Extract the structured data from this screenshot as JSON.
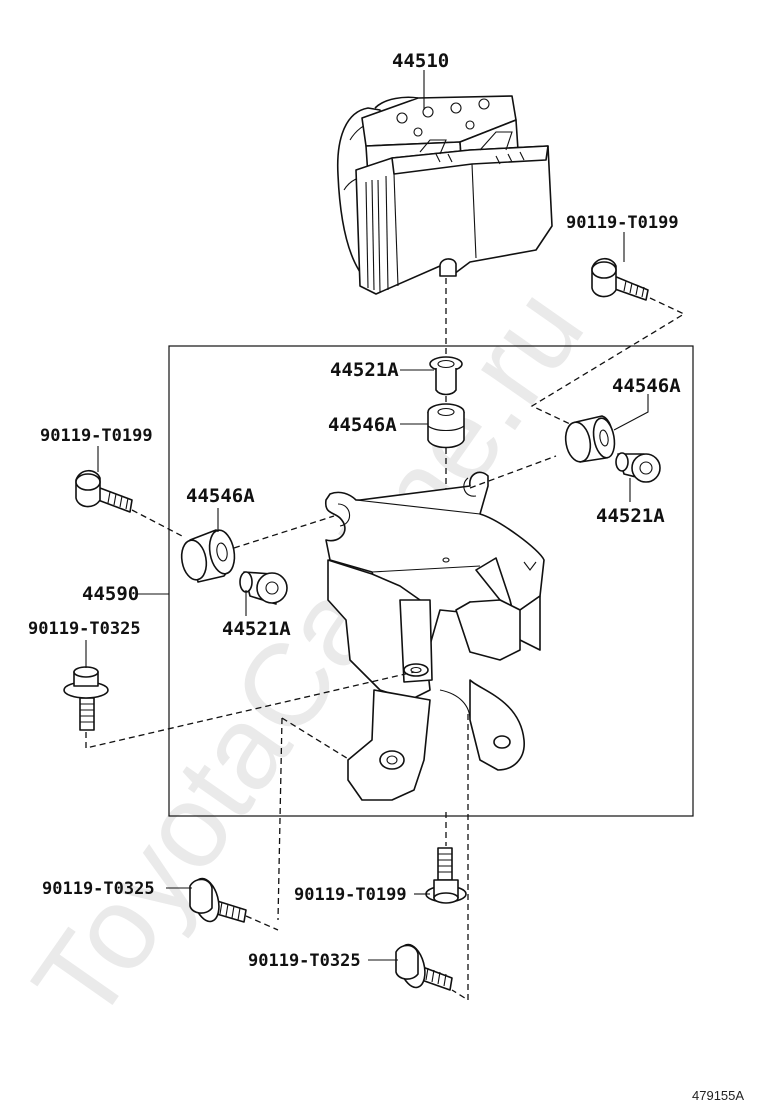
{
  "watermark": "ToyotaCarline.ru",
  "figure_ref": "479155A",
  "labels": {
    "abs_actuator": "44510",
    "bracket": "44590",
    "bolt_top_right": "90119-T0199",
    "bolt_left": "90119-T0199",
    "bolt_left_lower": "90119-T0325",
    "collar_center": "44521A",
    "cushion_center": "44546A",
    "cushion_right": "44546A",
    "collar_right": "44521A",
    "cushion_left": "44546A",
    "collar_left": "44521A",
    "bolt_bottom_left": "90119-T0325",
    "bolt_bottom_center": "90119-T0199",
    "bolt_bottom_right": "90119-T0325"
  }
}
